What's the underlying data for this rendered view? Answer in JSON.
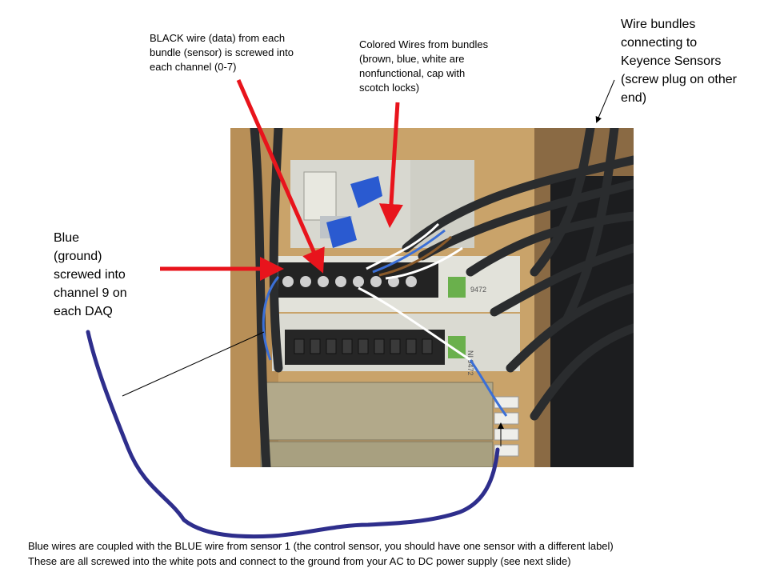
{
  "labels": {
    "black_wire": "BLACK wire (data)  from each\nbundle (sensor) is screwed into\neach channel (0-7)",
    "colored_wires": "Colored Wires from bundles\n(brown, blue, white are\nnonfunctional, cap with\nscotch locks)",
    "wire_bundles": "Wire bundles\nconnecting to\nKeyence Sensors\n(screw plug on other\nend)",
    "blue_ground": "Blue\n(ground)\nscrewed into\nchannel 9 on\neach DAQ",
    "bottom_note": "Blue wires are coupled with the BLUE wire from sensor 1 (the control sensor, you should have one sensor with a different label)\nThese are all screwed into the white pots and connect to the ground from your AC to DC power supply (see next slide)"
  },
  "module_labels": [
    "9472",
    "NI 9472"
  ],
  "colors": {
    "arrow_red": "#e8141c",
    "curve_blue": "#2e2e8c",
    "wood": "#caa46c",
    "module_white": "#dcdcd4",
    "terminal_black": "#222222",
    "cable_dark": "#2a2c2e"
  }
}
